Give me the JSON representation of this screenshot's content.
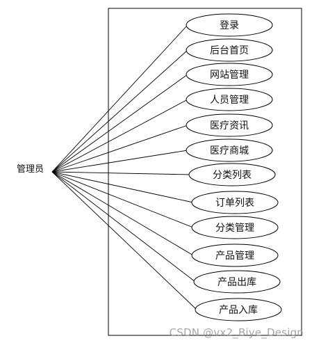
{
  "actor": {
    "label": "管理员"
  },
  "use_cases": [
    {
      "label": "登录"
    },
    {
      "label": "后台首页"
    },
    {
      "label": "网站管理"
    },
    {
      "label": "人员管理"
    },
    {
      "label": "医疗资讯"
    },
    {
      "label": "医疗商城"
    },
    {
      "label": "分类列表"
    },
    {
      "label": "订单列表"
    },
    {
      "label": "分类管理"
    },
    {
      "label": "产品管理"
    },
    {
      "label": "产品出库"
    },
    {
      "label": "产品入库"
    }
  ],
  "watermark": {
    "text": "CSDN @vx2_Biye_Design"
  },
  "colors": {
    "line": "#000000",
    "text": "#111111",
    "watermark": "#999999"
  }
}
